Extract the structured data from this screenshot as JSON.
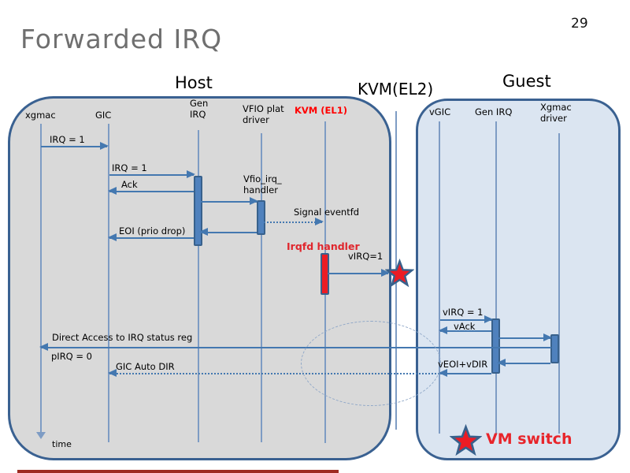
{
  "slide": {
    "title": "Forwarded IRQ",
    "page_number": "29"
  },
  "sections": {
    "host": "Host",
    "kvm_el2": "KVM(EL2)",
    "guest": "Guest"
  },
  "lifelines": {
    "xgmac": "xgmac",
    "gic": "GIC",
    "gen_irq_host_l1": "Gen",
    "gen_irq_host_l2": "IRQ",
    "vfio_l1": "VFIO plat",
    "vfio_l2": "driver",
    "kvm_el1": "KVM (EL1)",
    "vgic": "vGIC",
    "gen_irq_guest": "Gen IRQ",
    "xgmac_driver_l1": "Xgmac",
    "xgmac_driver_l2": "driver"
  },
  "messages": {
    "irq1_xgmac_to_gic": "IRQ = 1",
    "irq1_gic_to_genirq": "IRQ = 1",
    "ack": "Ack",
    "eoi_prio_drop": "EOI (prio drop)",
    "vfio_irq_handler_l1": "Vfio_irq_",
    "vfio_irq_handler_l2": "handler",
    "signal_eventfd": "Signal eventfd",
    "irqfd_handler": "Irqfd handler",
    "virq1_to_el2": "vIRQ=1",
    "virq1_guest": "vIRQ = 1",
    "vack": "vAck",
    "veoi_vdir": "vEOI+vDIR",
    "direct_access": "Direct Access to IRQ status reg",
    "pirq0": "pIRQ = 0",
    "gic_auto_dir": "GIC Auto DIR",
    "time": "time"
  },
  "legend": {
    "vm_switch": "VM switch"
  },
  "colors": {
    "accent_blue": "#4f81bd",
    "border_blue": "#3a6191",
    "lifeline_blue": "#7e9cc4",
    "arrow_blue": "#4478b0",
    "host_fill": "#d9d9d9",
    "guest_fill": "#dbe5f1",
    "red_accent": "#ec1c24",
    "title_gray": "#6f6f6f"
  }
}
